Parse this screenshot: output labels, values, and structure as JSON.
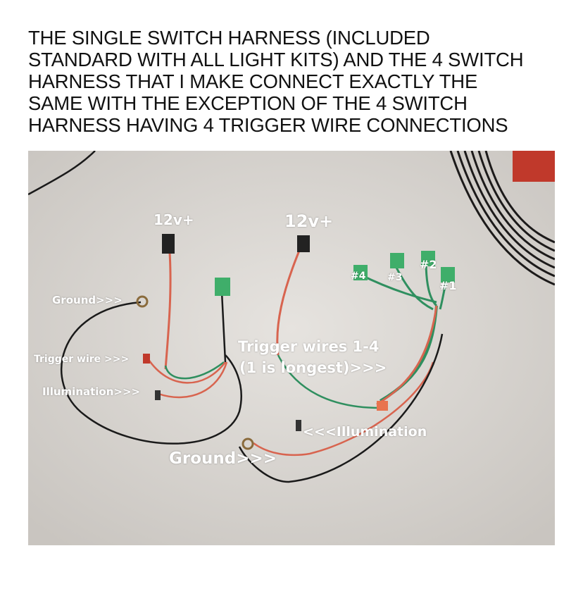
{
  "caption": {
    "line1": "THE SINGLE SWITCH HARNESS (INCLUDED",
    "line2": "STANDARD WITH ALL LIGHT KITS) AND THE 4 SWITCH",
    "line3": "HARNESS THAT I MAKE CONNECT EXACTLY THE",
    "line4": "SAME WITH THE EXCEPTION OF THE 4 SWITCH",
    "line5": "HARNESS HAVING 4 TRIGGER WIRE CONNECTIONS"
  },
  "labels": {
    "left_12v": "12v+",
    "right_12v": "12v+",
    "ground_left": "Ground>>>",
    "trigger_wire": "Trigger wire >>>",
    "illumination_left": "Illumination>>>",
    "trigger_wires_1": "Trigger wires 1-4",
    "trigger_wires_2": "(1 is longest)>>>",
    "illumination_right": "<<<Illumination",
    "ground_bottom": "Ground>>>",
    "num4": "#4",
    "num3": "#3",
    "num2": "#2",
    "num1": "#1"
  },
  "colors": {
    "carpet": "#d9d6d2",
    "red_wire": "#d8644f",
    "green_wire": "#2f8f5f",
    "black_wire": "#1a1a1a",
    "connector_green": "#3fae6a",
    "label_text": "#ffffff"
  }
}
